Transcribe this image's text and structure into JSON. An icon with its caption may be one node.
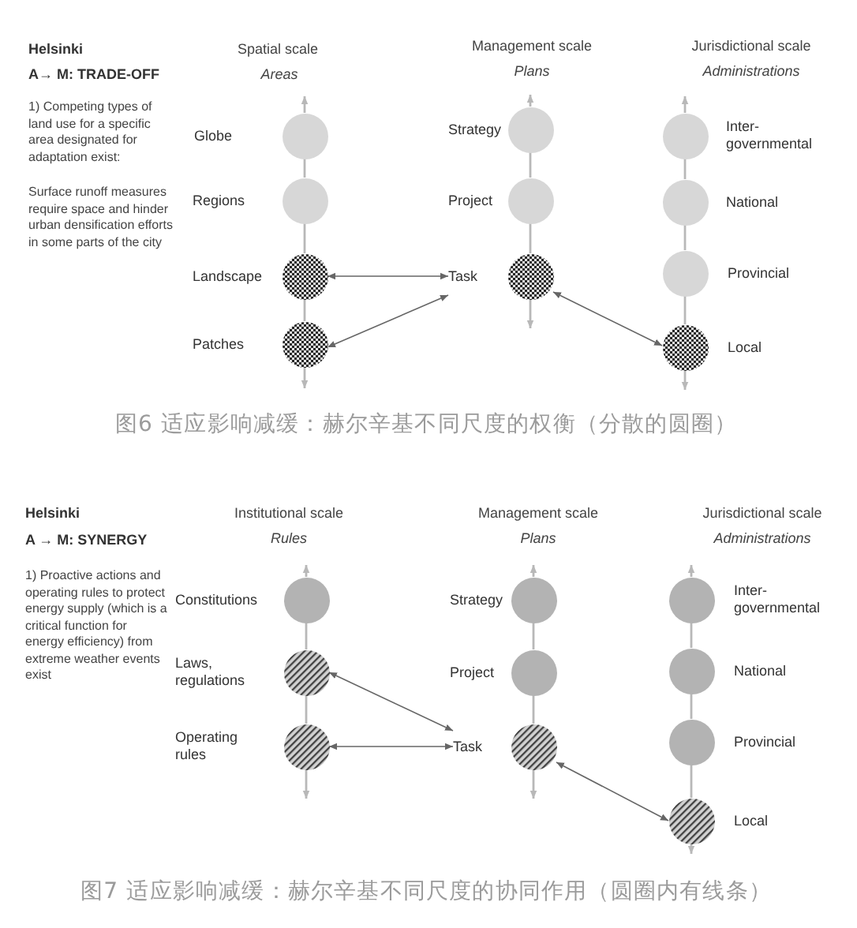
{
  "diagram": {
    "nodes": [
      {
        "text": [
          "Globe"
        ]
      },
      {
        "text": [
          "Regions"
        ]
      },
      {
        "text": [
          "Landscape"
        ]
      },
      {
        "text": [
          "Patches"
        ]
      },
      {
        "text": [
          "Strategy"
        ]
      },
      {
        "text": [
          "Project"
        ]
      },
      {
        "text": [
          "Task"
        ]
      },
      {
        "text": [
          "Inter- governmental"
        ]
      },
      {
        "text": [
          "National"
        ]
      },
      {
        "text": [
          "Provincial"
        ]
      },
      {
        "text": [
          "Local"
        ]
      },
      {
        "text": [
          "Constitutions"
        ]
      },
      {
        "text": [
          "Laws, regulations"
        ]
      },
      {
        "text": [
          "Operating rules"
        ]
      },
      {
        "text": [
          "Strategy"
        ]
      },
      {
        "text": [
          "Project"
        ]
      },
      {
        "text": [
          "Task"
        ]
      },
      {
        "text": [
          "Inter- governmental"
        ]
      },
      {
        "text": [
          "National"
        ]
      },
      {
        "text": [
          "Provincial"
        ]
      },
      {
        "text": [
          "Local"
        ]
      }
    ],
    "edges": [
      {
        "from": 0,
        "to": 1,
        "arrow": "none"
      },
      {
        "from": 1,
        "to": 2,
        "arrow": "none"
      },
      {
        "from": 2,
        "to": 3,
        "arrow": "none"
      },
      {
        "from": 4,
        "to": 5,
        "arrow": "none"
      },
      {
        "from": 5,
        "to": 6,
        "arrow": "none"
      },
      {
        "from": 7,
        "to": 8,
        "arrow": "none"
      },
      {
        "from": 8,
        "to": 9,
        "arrow": "none"
      },
      {
        "from": 9,
        "to": 10,
        "arrow": "none"
      },
      {
        "from": 2,
        "to": 6,
        "arrow": "both",
        "color": "#666666"
      },
      {
        "from": 3,
        "to": 6,
        "arrow": "both",
        "color": "#666666"
      },
      {
        "from": 6,
        "to": 10,
        "arrow": "both",
        "color": "#666666"
      },
      {
        "from": 11,
        "to": 12,
        "arrow": "none"
      },
      {
        "from": 12,
        "to": 13,
        "arrow": "none"
      },
      {
        "from": 14,
        "to": 15,
        "arrow": "none"
      },
      {
        "from": 15,
        "to": 16,
        "arrow": "none"
      },
      {
        "from": 17,
        "to": 18,
        "arrow": "none"
      },
      {
        "from": 18,
        "to": 19,
        "arrow": "none"
      },
      {
        "from": 19,
        "to": 20,
        "arrow": "none"
      },
      {
        "from": 12,
        "to": 16,
        "arrow": "both",
        "color": "#666666"
      },
      {
        "from": 13,
        "to": 16,
        "arrow": "both",
        "color": "#666666"
      },
      {
        "from": 16,
        "to": 20,
        "arrow": "both",
        "color": "#666666"
      }
    ],
    "labels": [
      "Helsinki",
      "A→ M: TRADE-OFF",
      "1) Competing types of land use for a specific area designated for adaptation exist:",
      "Surface runoff measures require space and hinder urban densification efforts in some parts of the city",
      "Spatial scale",
      "Areas",
      "Management scale",
      "Plans",
      "Jurisdictional scale",
      "Administrations",
      "图6 适应影响减缓：赫尔辛基不同尺度的权衡（分散的圆圈）",
      "Helsinki",
      "A → M: SYNERGY",
      "1) Proactive actions and operating rules to protect energy supply (which is a critical function for energy efficiency) from extreme weather events exist",
      "Institutional scale",
      "Rules",
      "Management scale",
      "Plans",
      "Jurisdictional scale",
      "Administrations",
      "图7 适应影响减缓：赫尔辛基不同尺度的协同作用（圆圈内有线条）"
    ]
  }
}
